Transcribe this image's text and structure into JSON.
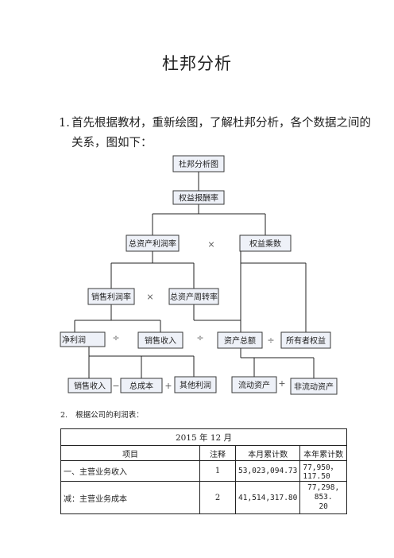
{
  "document": {
    "title": "杜邦分析",
    "intro": {
      "number": "1.",
      "line1": "首先根据教材，重新绘图，了解杜邦分析，各个数据之间的",
      "line2": "关系，图如下："
    }
  },
  "diagram": {
    "nodes": {
      "root": "杜邦分析图",
      "roe": "权益报酬率",
      "roa": "总资产利润率",
      "equity_multiplier": "权益乘数",
      "profit_margin": "销售利润率",
      "asset_turnover": "总资产周转率",
      "net_profit": "净利润",
      "sales_revenue": "销售收入",
      "total_assets": "资产总额",
      "owner_equity": "所有者权益",
      "sales_revenue_2": "销售收入",
      "total_cost": "总成本",
      "other_profit": "其他利润",
      "current_assets": "流动资产",
      "noncurrent_assets": "非流动资产"
    },
    "operators": {
      "multiply_1": "×",
      "multiply_2": "×",
      "divide_1": "÷",
      "divide_2": "÷",
      "divide_3": "÷",
      "minus": "−",
      "plus_1": "+",
      "plus_2": "+"
    }
  },
  "section2": {
    "number": "2.",
    "text": "根据公司的利润表："
  },
  "table": {
    "caption": "2015 年 12 月",
    "headers": [
      "项目",
      "注释",
      "本月累计数",
      "本年累计数"
    ],
    "rows": [
      {
        "item": "一、主营业务收入",
        "note": "1",
        "month": "53,023,094.73",
        "year": "77,950，117.50"
      },
      {
        "item": "减：主营业务成本",
        "note": "2",
        "month": "41,514,317.80",
        "year_line1": "77,298, 853.",
        "year_line2": "20"
      }
    ]
  }
}
